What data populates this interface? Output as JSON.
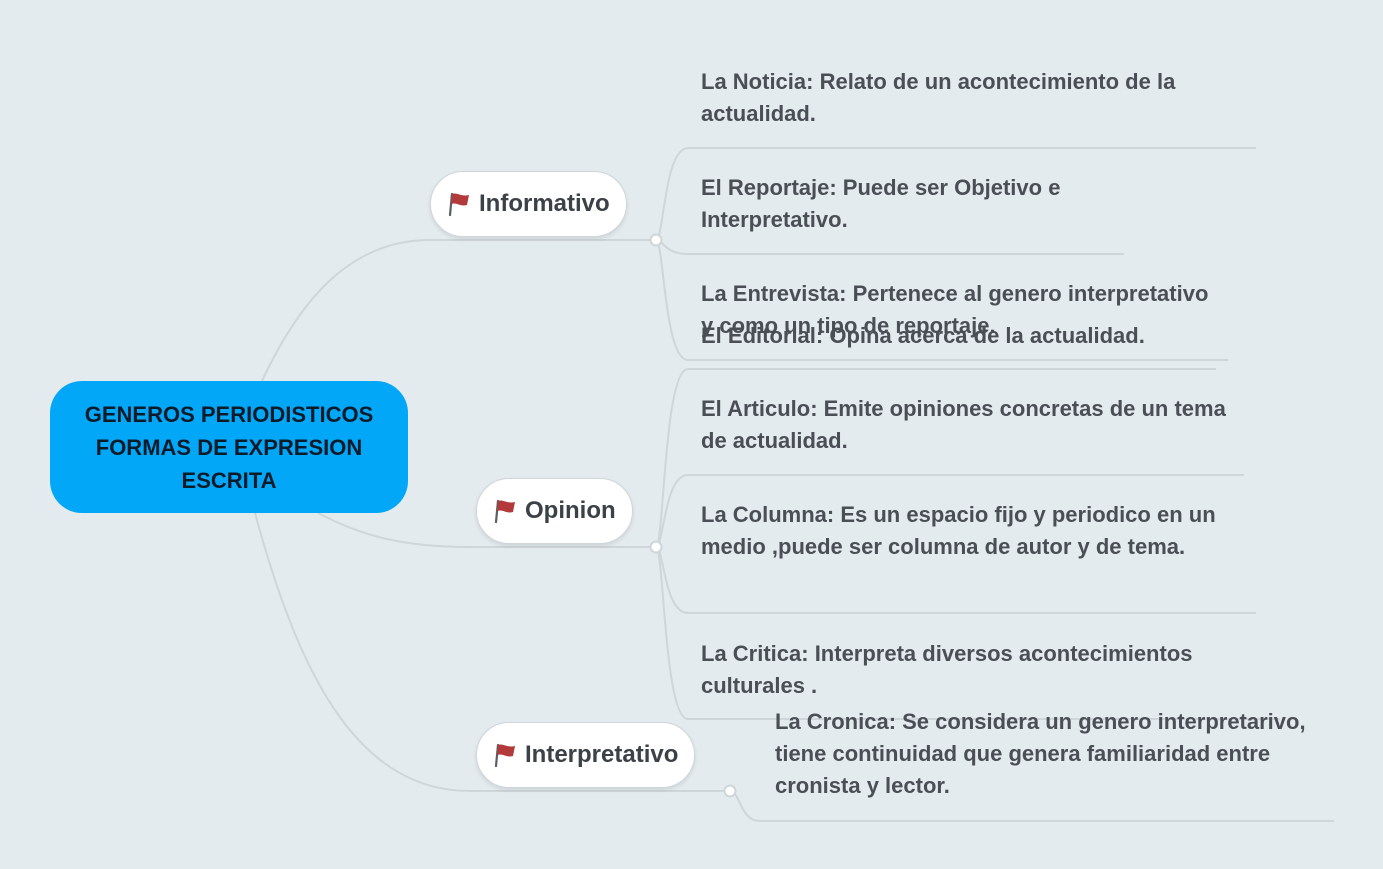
{
  "root": {
    "title_lines": [
      "GENEROS PERIODISTICOS",
      "FORMAS DE EXPRESION",
      "ESCRITA"
    ]
  },
  "colors": {
    "background": "#e4ebef",
    "root_fill": "#02a8f7",
    "branch_fill": "#ffffff",
    "connector": "#cfd6da",
    "flag": "#b23a3a",
    "text": "#4a4e55"
  },
  "branches": [
    {
      "label": "Informativo",
      "icon": "flag-icon",
      "leaves": [
        "La Noticia: Relato de un acontecimiento de la actualidad.",
        "El Reportaje: Puede ser Objetivo e Interpretativo.",
        "La Entrevista: Pertenece al genero interpretativo y como un tipo de reportaje."
      ]
    },
    {
      "label": "Opinion",
      "icon": "flag-icon",
      "leaves": [
        "El Editorial: Opina acerca de la actualidad.",
        "El Articulo: Emite opiniones concretas de un tema de actualidad.",
        "La Columna: Es un espacio fijo y periodico en un medio ,puede ser columna de autor y de tema.",
        "La Critica: Interpreta diversos acontecimientos culturales ."
      ]
    },
    {
      "label": "Interpretativo",
      "icon": "flag-icon",
      "leaves": [
        "La Cronica: Se considera un genero interpretarivo, tiene continuidad que genera familiaridad entre cronista y lector."
      ]
    }
  ]
}
